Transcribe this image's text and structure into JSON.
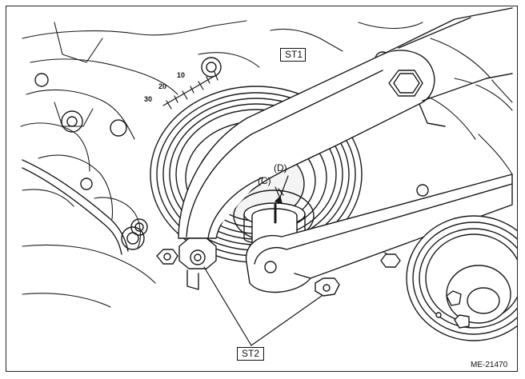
{
  "callouts": {
    "st1": "ST1",
    "st2": "ST2",
    "c": "(C)",
    "d": "(D)"
  },
  "scale_marks": [
    "30",
    "20",
    "10"
  ],
  "figure_id": "ME-21470",
  "colors": {
    "line": "#1a1a1a",
    "fill": "#ffffff",
    "shade": "#e9e9e9"
  }
}
